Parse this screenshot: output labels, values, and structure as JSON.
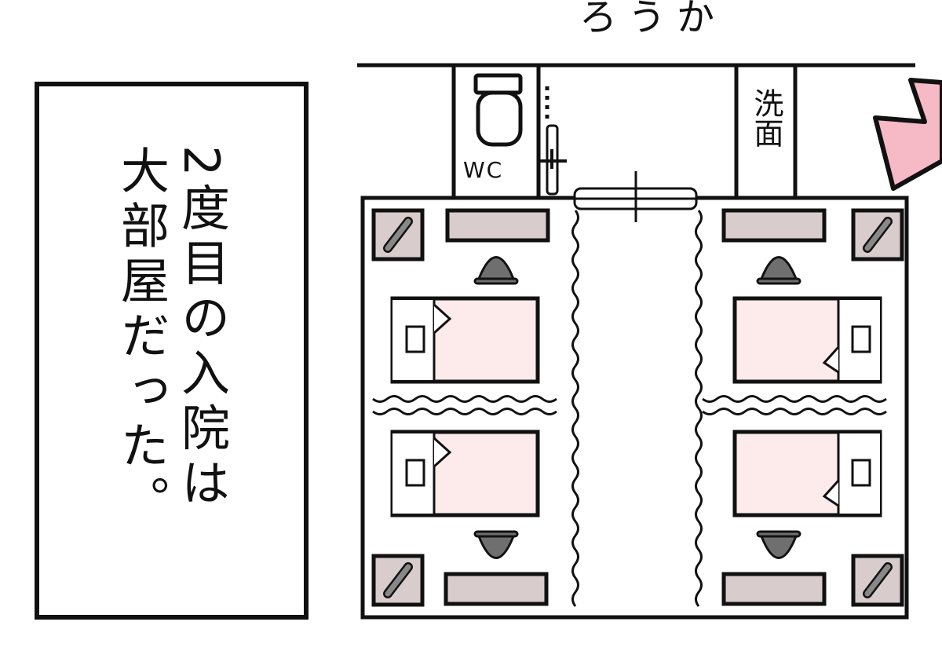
{
  "panel": {
    "caption_lines": [
      "2度目の入院は",
      "大部屋だった。"
    ]
  },
  "floor_plan": {
    "hallway_label": "ろうか",
    "toilet_label": "WC",
    "washroom_label": "洗面",
    "bed_count": 4
  },
  "colors": {
    "ink": "#111111",
    "bed_pink": "#fdebec",
    "furniture": "#d9cccd",
    "chair_gray": "#6f6f6f",
    "arrow_pink": "#f6b9c6"
  }
}
